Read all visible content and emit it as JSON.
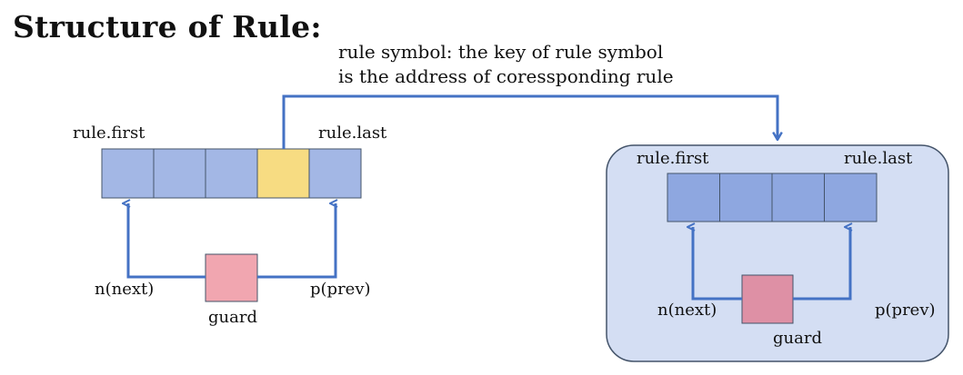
{
  "title": "Structure of Rule:",
  "annotation": {
    "line1": "rule symbol: the key of rule symbol",
    "line2": "is the address of coressponding rule"
  },
  "left_rule": {
    "first_label": "rule.first",
    "last_label": "rule.last",
    "next_label": "n(next)",
    "prev_label": "p(prev)",
    "guard_label": "guard",
    "cells": [
      "normal",
      "normal",
      "normal",
      "highlight",
      "normal"
    ]
  },
  "right_rule": {
    "first_label": "rule.first",
    "last_label": "rule.last",
    "next_label": "n(next)",
    "prev_label": "p(prev)",
    "guard_label": "guard",
    "cells": [
      "normal",
      "normal",
      "normal",
      "normal"
    ]
  },
  "colors": {
    "cell": "#a3b7e5",
    "cell_highlight": "#f7dc82",
    "cell_right": "#8ea7e0",
    "guard_left": "#f1a6b0",
    "guard_right": "#de90a5",
    "container_fill": "#d4def3",
    "border": "#44546a",
    "arrow": "#4472c4"
  }
}
